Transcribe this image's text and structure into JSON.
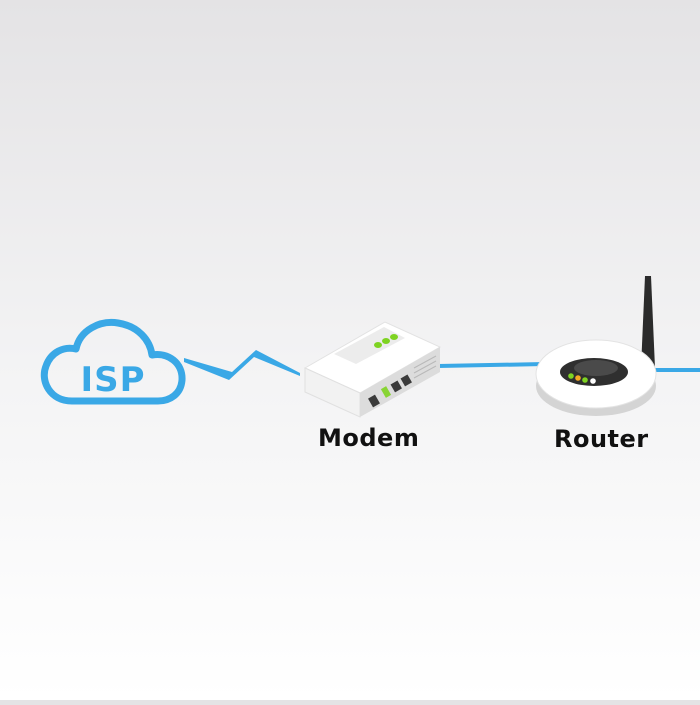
{
  "diagram": {
    "nodes": {
      "isp": {
        "label": "ISP"
      },
      "modem": {
        "label": "Modem"
      },
      "router": {
        "label": "Router"
      }
    },
    "colors": {
      "link": "#3aa8e6",
      "cloud": "#3aa8e6",
      "device_body": "#ffffff",
      "device_shade": "#dcdcdc",
      "led": "#7ed321",
      "led_orange": "#f5a623",
      "antenna": "#2b2b2b",
      "label": "#111111"
    },
    "links": [
      {
        "from": "isp",
        "to": "modem",
        "style": "wireless-zigzag"
      },
      {
        "from": "modem",
        "to": "router",
        "style": "cable"
      },
      {
        "from": "router",
        "to": "offscreen-right",
        "style": "cable"
      }
    ]
  }
}
